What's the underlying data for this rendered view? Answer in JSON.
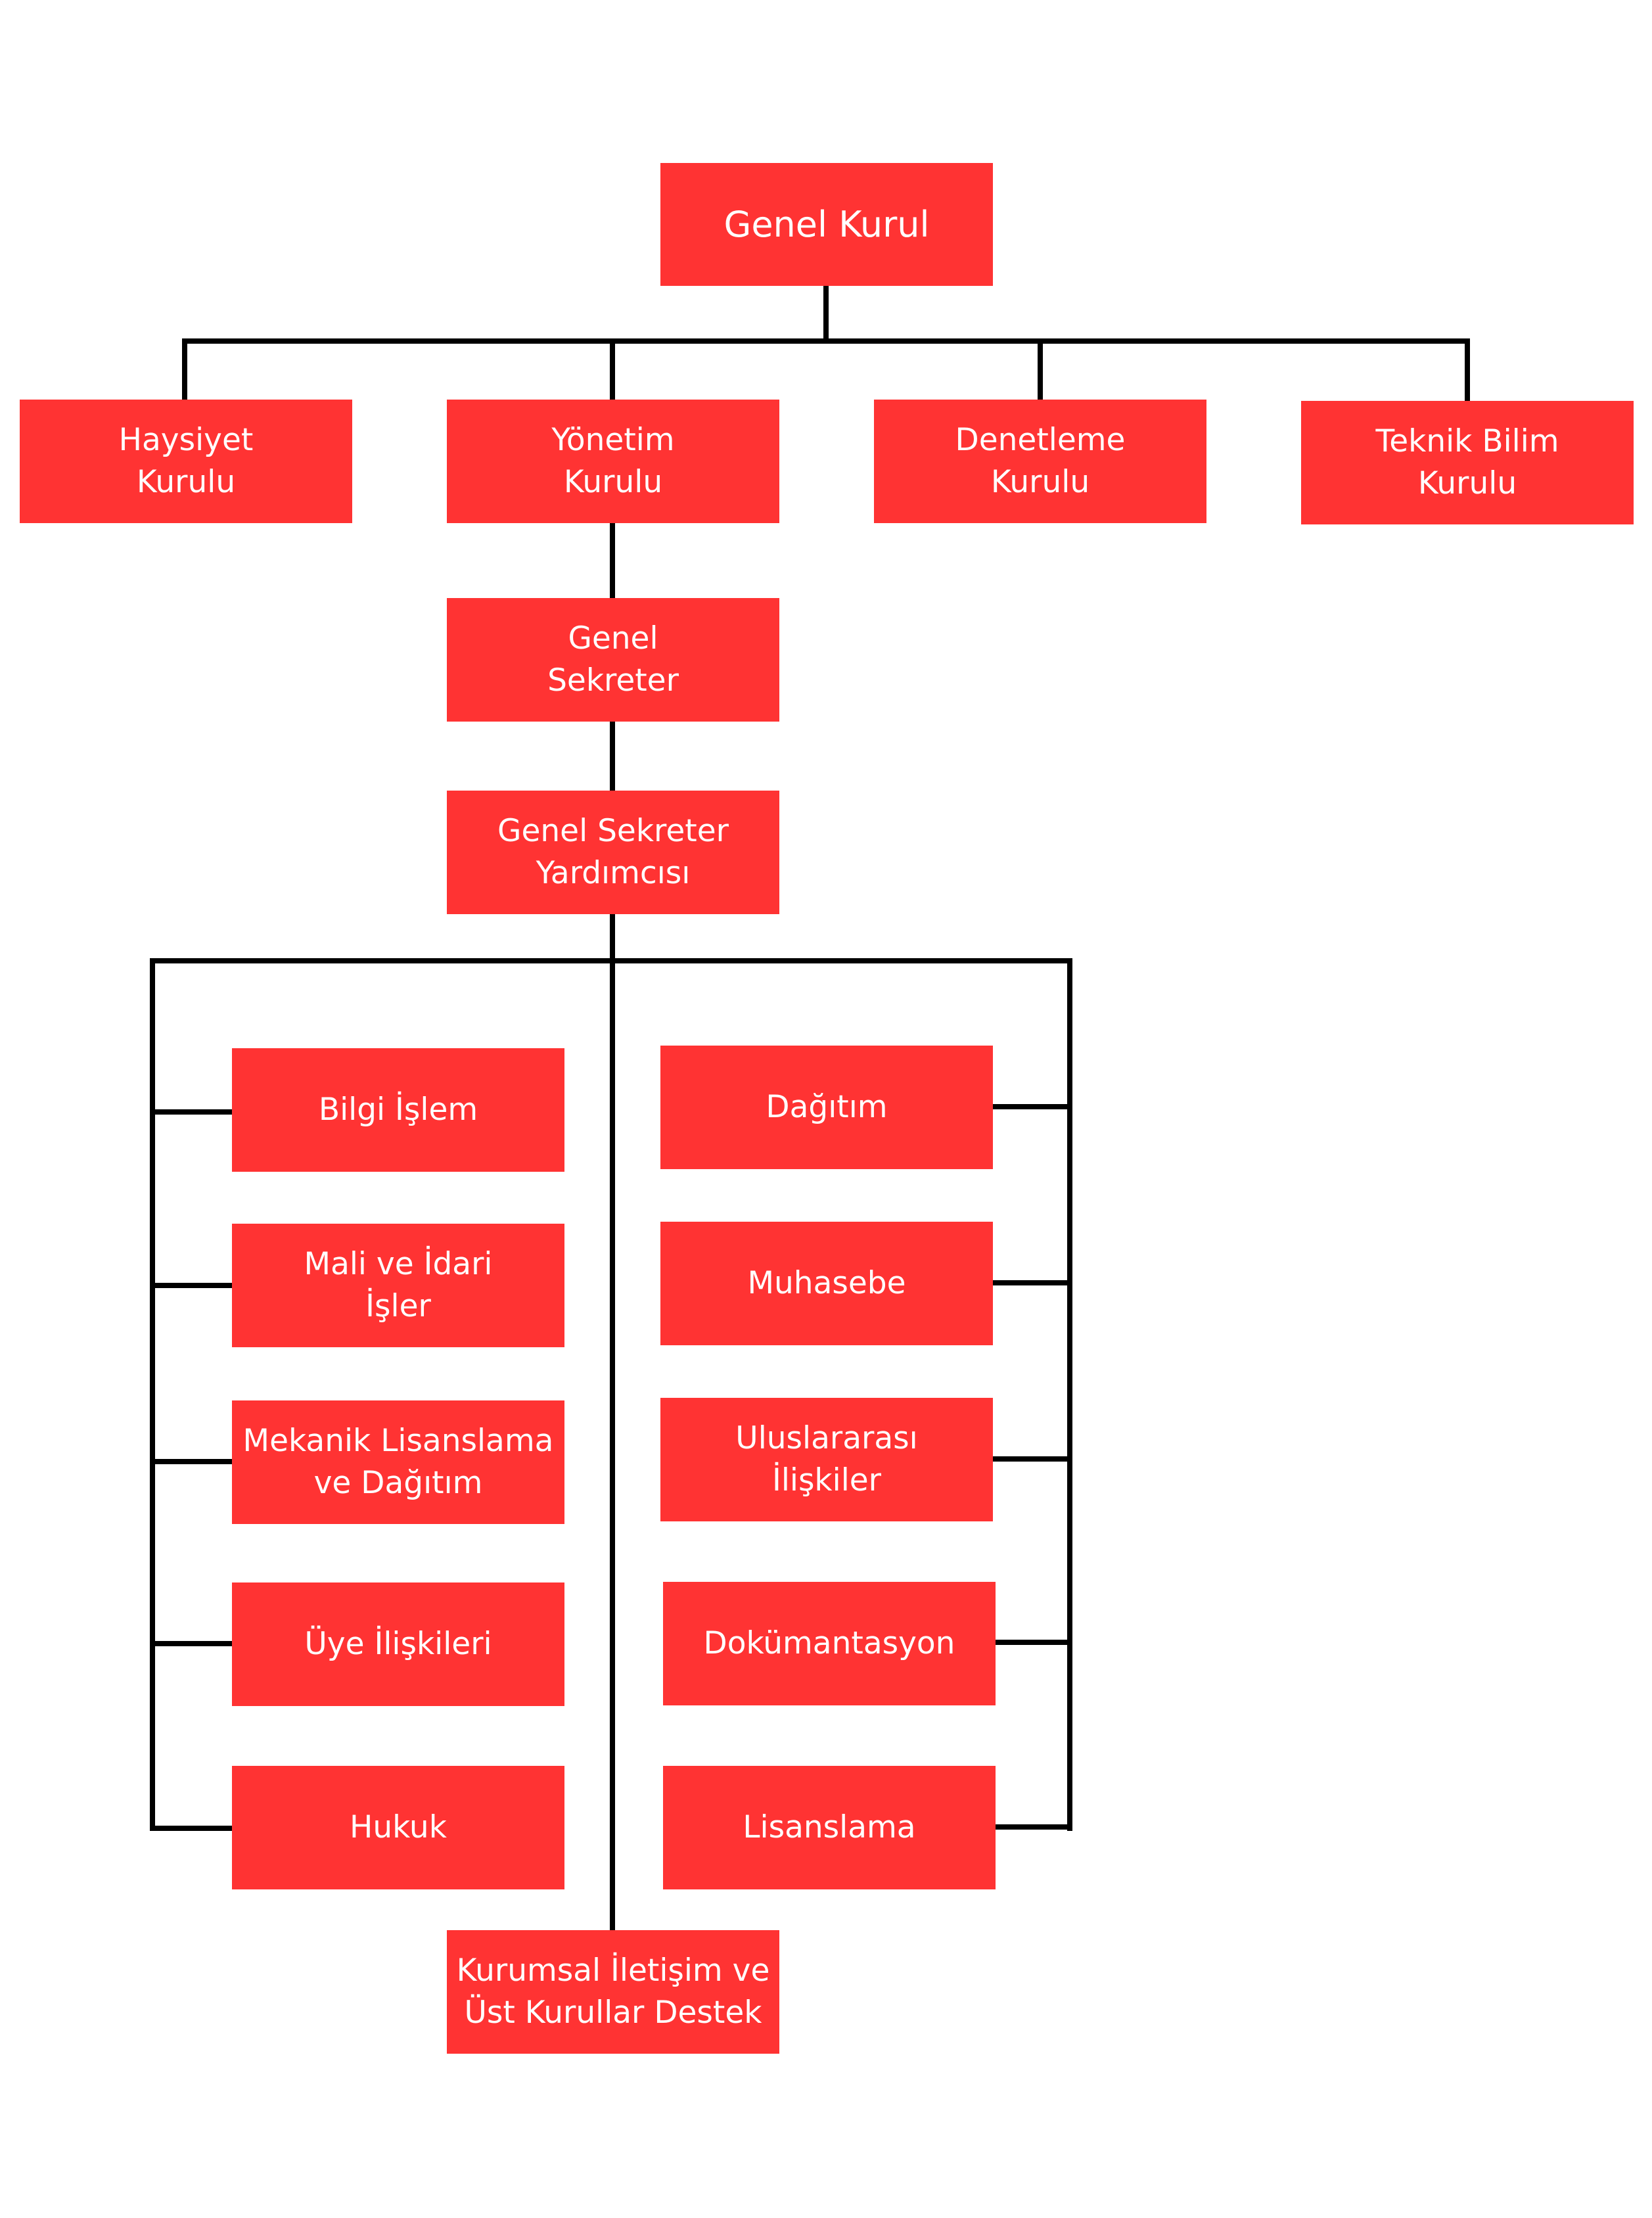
{
  "colors": {
    "box_fill": "#ff3333",
    "box_text": "#ffffff",
    "connector": "#000000",
    "background": "#ffffff"
  },
  "nodes": {
    "genel_kurul": "Genel Kurul",
    "haysiyet_kurulu": "Haysiyet\nKurulu",
    "yonetim_kurulu": "Yönetim\nKurulu",
    "denetleme_kurulu": "Denetleme\nKurulu",
    "teknik_bilim_kurulu": "Teknik Bilim\nKurulu",
    "genel_sekreter": "Genel\nSekreter",
    "genel_sekreter_yardimcisi": "Genel Sekreter\nYardımcısı",
    "bilgi_islem": "Bilgi İşlem",
    "mali_ve_idari_isler": "Mali ve İdari\nİşler",
    "mekanik_lisanslama": "Mekanik Lisanslama\nve Dağıtım",
    "uye_iliskileri": "Üye İlişkileri",
    "hukuk": "Hukuk",
    "dagitim": "Dağıtım",
    "muhasebe": "Muhasebe",
    "uluslararasi_iliskiler": "Uluslararası\nİlişkiler",
    "dokumantasyon": "Dokümantasyon",
    "lisanslama": "Lisanslama",
    "kurumsal_iletisim": "Kurumsal İletişim ve\nÜst Kurullar Destek"
  }
}
